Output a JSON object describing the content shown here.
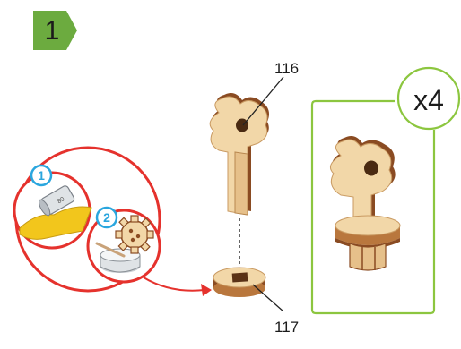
{
  "step": {
    "number": "1",
    "badge_color": "#6cab3f"
  },
  "parts": [
    {
      "label": "116"
    },
    {
      "label": "117"
    }
  ],
  "quantity": {
    "text": "x4",
    "frame_color": "#8cc63f"
  },
  "inset": {
    "steps": [
      "1",
      "2"
    ],
    "circle_color": "#e5322d",
    "number_color": "#2aa6de"
  },
  "colors": {
    "wood_light": "#f2d7a8",
    "wood_mid": "#e6c08a",
    "wood_edge": "#8a4b22",
    "arrow": "#e5322d"
  },
  "icons": [
    "sandpaper-icon",
    "glue-pot-icon"
  ]
}
